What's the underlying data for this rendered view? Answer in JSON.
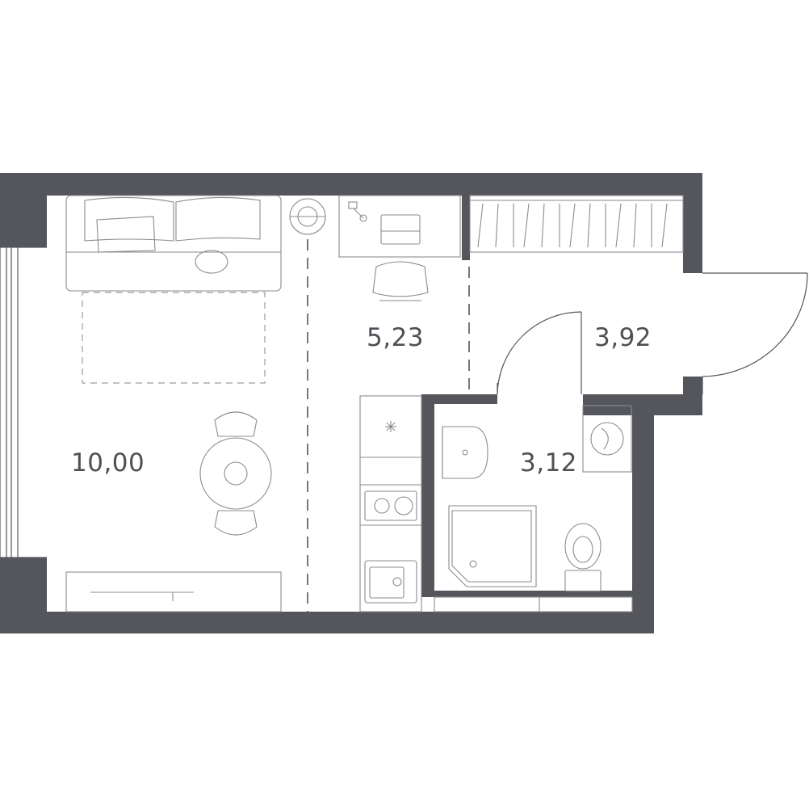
{
  "floor_plan": {
    "rooms": [
      {
        "id": "living",
        "area_label": "10,00"
      },
      {
        "id": "kitchen",
        "area_label": "5,23"
      },
      {
        "id": "hall",
        "area_label": "3,92"
      },
      {
        "id": "bathroom",
        "area_label": "3,12"
      }
    ],
    "colors": {
      "wall": "#54565c",
      "text": "#4f5055",
      "furniture": "#8a8b90"
    }
  }
}
